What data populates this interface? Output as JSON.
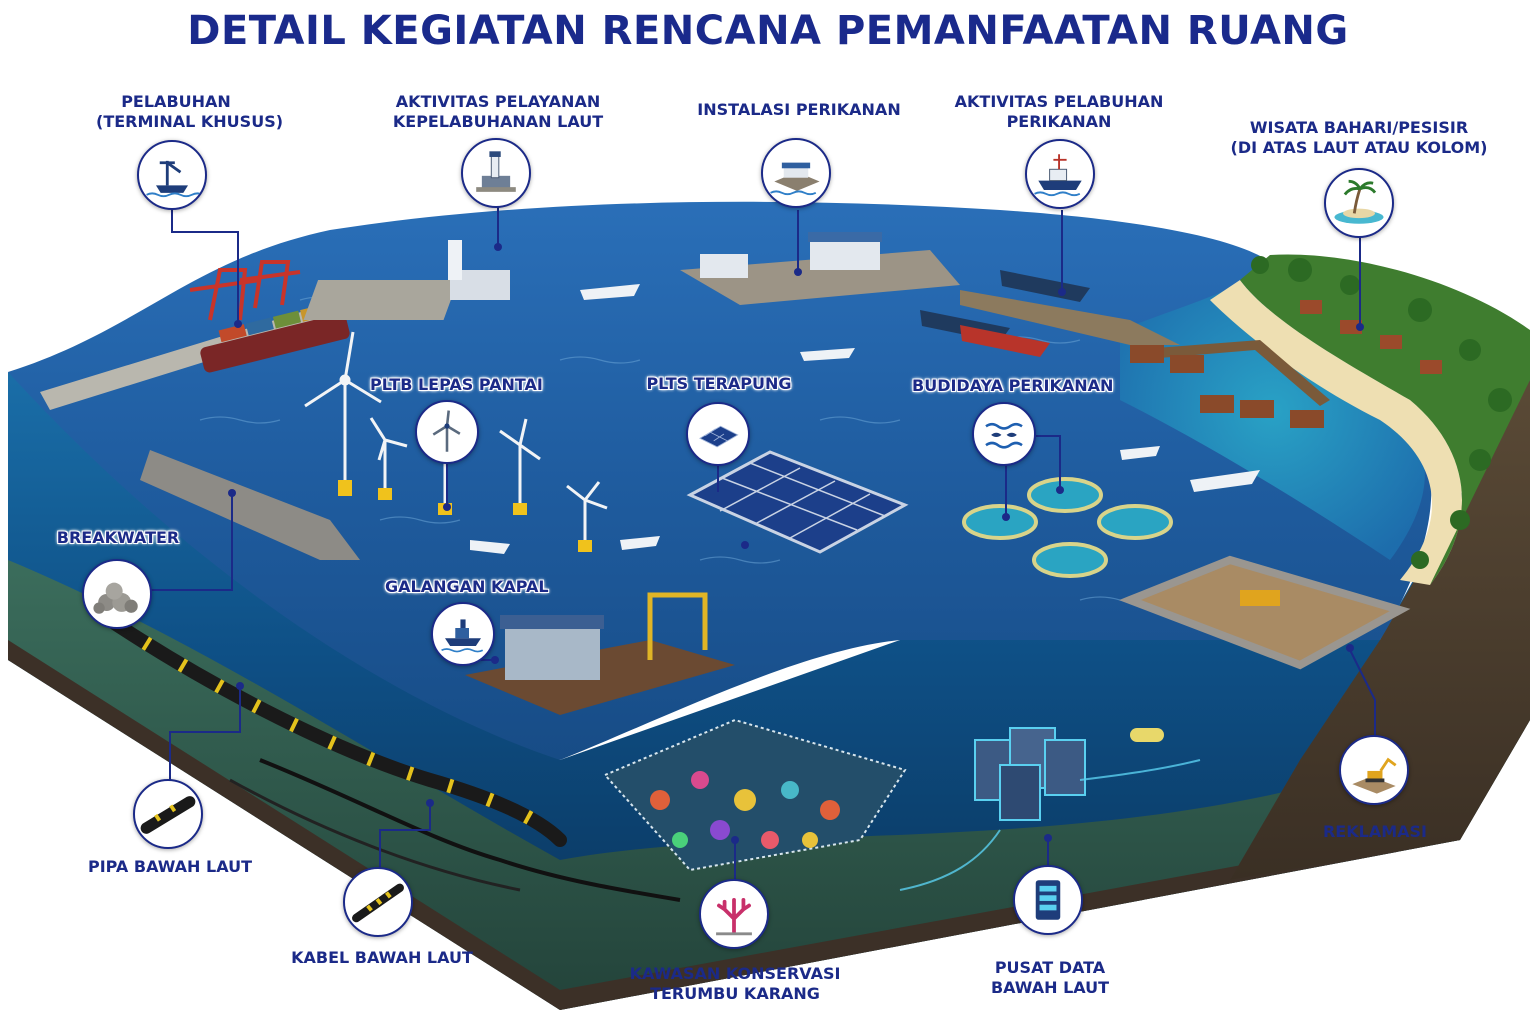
{
  "title": "DETAIL KEGIATAN RENCANA PEMANFAATAN RUANG",
  "labels": {
    "pelabuhan": [
      "PELABUHAN",
      "(TERMINAL KHUSUS)"
    ],
    "aktivitas_pelayanan": [
      "AKTIVITAS PELAYANAN",
      "KEPELABUHANAN LAUT"
    ],
    "instalasi_perikanan": [
      "INSTALASI PERIKANAN"
    ],
    "aktivitas_pelabuhan_perikanan": [
      "AKTIVITAS PELABUHAN",
      "PERIKANAN"
    ],
    "wisata_bahari": [
      "WISATA BAHARI/PESISIR",
      "(DI ATAS LAUT ATAU KOLOM)"
    ],
    "pltb": [
      "PLTB LEPAS PANTAI"
    ],
    "plts": [
      "PLTS TERAPUNG"
    ],
    "budidaya": [
      "BUDIDAYA PERIKANAN"
    ],
    "breakwater": [
      "BREAKWATER"
    ],
    "galangan": [
      "GALANGAN KAPAL"
    ],
    "pipa": [
      "PIPA BAWAH LAUT"
    ],
    "kabel": [
      "KABEL BAWAH LAUT"
    ],
    "konservasi": [
      "KAWASAN KONSERVASI",
      "TERUMBU KARANG"
    ],
    "pusat_data": [
      "PUSAT DATA",
      "BAWAH LAUT"
    ],
    "reklamasi": [
      "REKLAMASI"
    ]
  },
  "icons": {
    "pelabuhan": "port-crane-ship-icon",
    "aktivitas_pelayanan": "port-office-lighthouse-icon",
    "instalasi_perikanan": "fishery-installation-icon",
    "aktivitas_pelabuhan_perikanan": "fishing-boat-icon",
    "wisata_bahari": "tropical-island-icon",
    "pltb": "wind-turbine-icon",
    "plts": "solar-panel-icon",
    "budidaya": "fish-waves-icon",
    "breakwater": "rock-pile-icon",
    "galangan": "shipyard-ship-icon",
    "pipa": "pipeline-icon",
    "kabel": "cable-icon",
    "konservasi": "coral-icon",
    "pusat_data": "server-rack-icon",
    "reklamasi": "excavator-icon"
  },
  "colors": {
    "title": "#1a2a8c",
    "label": "#1b2a88",
    "leader_line": "#1b2a88",
    "sea_surface": "#1f5fa8",
    "sea_deep": "#0b3a6e",
    "seabed": "#2f5a4e",
    "land": "#3e7a2e",
    "sand": "#e8d7a6"
  }
}
